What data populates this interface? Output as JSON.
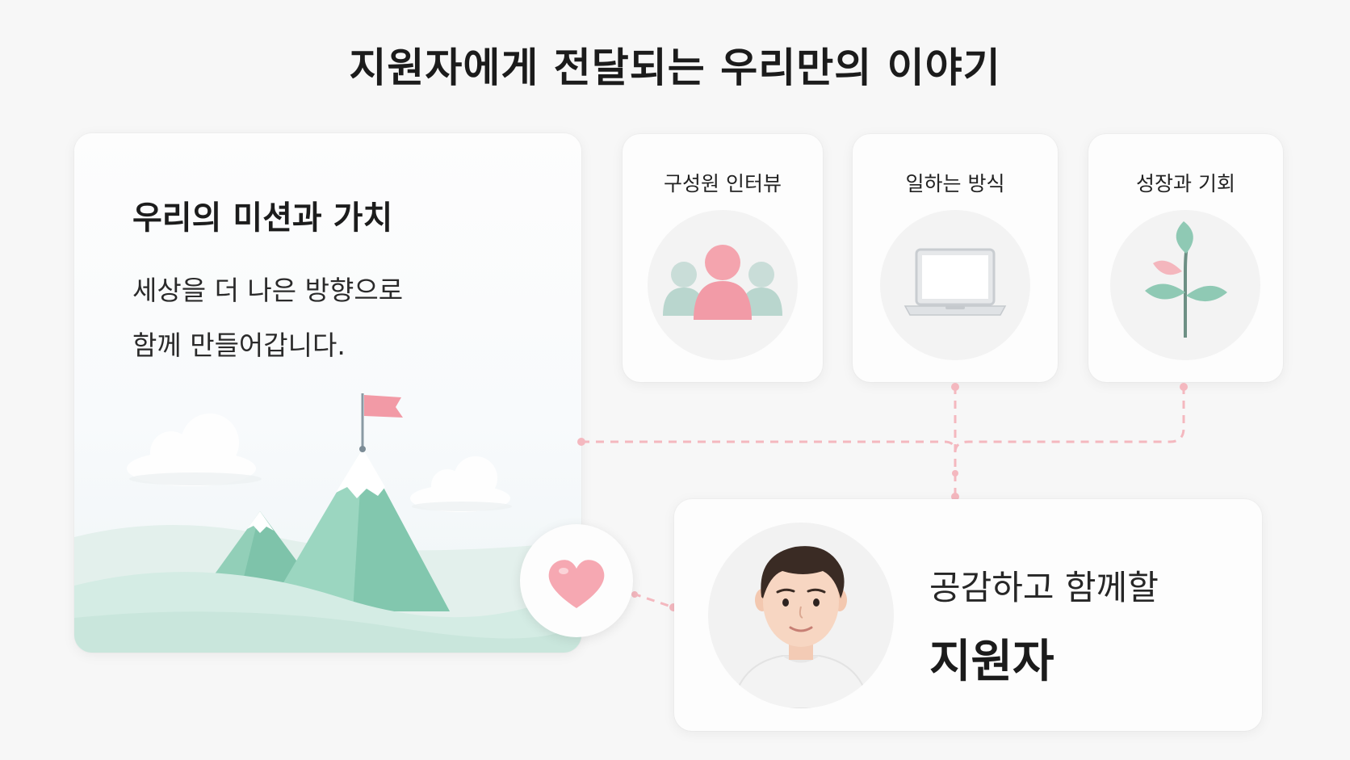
{
  "page": {
    "title": "지원자에게 전달되는 우리만의 이야기"
  },
  "mission": {
    "title": "우리의 미션과 가치",
    "line1": "세상을 더 나은 방향으로",
    "line2": "함께 만들어갑니다."
  },
  "cards": [
    {
      "label": "구성원 인터뷰",
      "icon": "people-icon"
    },
    {
      "label": "일하는 방식",
      "icon": "laptop-icon"
    },
    {
      "label": "성장과 기회",
      "icon": "sprout-icon"
    }
  ],
  "applicant": {
    "subtitle": "공감하고 함께할",
    "role": "지원자"
  },
  "colors": {
    "accent_pink": "#f2a7b0",
    "mountain_green": "#8fd0b8",
    "connector": "#f4b8bf"
  }
}
